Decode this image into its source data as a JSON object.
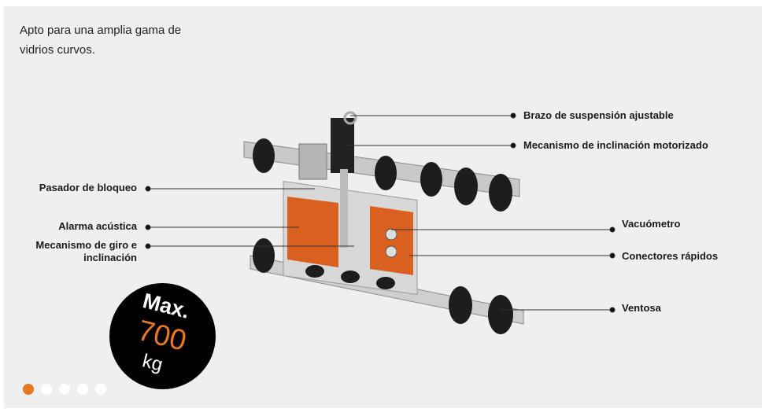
{
  "intro": "Apto para una amplia gama de vidrios curvos.",
  "labels_right": [
    {
      "text": "Brazo de suspensión ajustable"
    },
    {
      "text": "Mecanismo de inclinación motorizado"
    },
    {
      "text": "Vacuómetro"
    },
    {
      "text": "Conectores rápidos"
    },
    {
      "text": "Ventosa"
    }
  ],
  "labels_left": [
    {
      "text": "Pasador de bloqueo"
    },
    {
      "text": "Alarma acústica"
    },
    {
      "text": "Mecanismo de giro e inclinación"
    }
  ],
  "badge": {
    "max": "Max.",
    "value": "700",
    "unit": "kg"
  },
  "carousel": {
    "slides": 5,
    "active": 0
  },
  "colors": {
    "accent": "#e87722",
    "background": "#efefef"
  }
}
